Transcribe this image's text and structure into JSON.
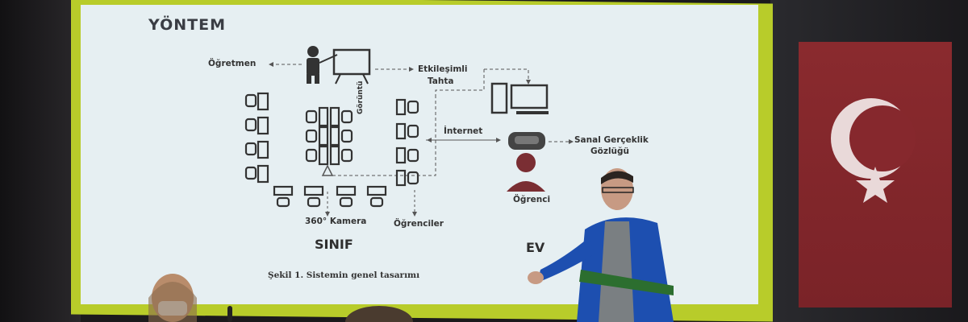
{
  "slide": {
    "title": "YÖNTEM",
    "labels": {
      "teacher": "Öğretmen",
      "board_line1": "Etkileşimli",
      "board_line2": "Tahta",
      "internet": "İnternet",
      "vr_line1": "Sanal Gerçeklik",
      "vr_line2": "Gözlüğü",
      "image_vertical": "Görüntü",
      "camera": "360° Kamera",
      "students": "Öğrenciler",
      "student": "Öğrenci",
      "classroom": "SINIF",
      "home": "EV"
    },
    "caption": "Şekil 1. Sistemin genel tasarımı"
  },
  "colors": {
    "screen_frame": "#b8cc2a",
    "slide_bg": "#e6eff2",
    "flag_red": "#8a2a2e"
  }
}
